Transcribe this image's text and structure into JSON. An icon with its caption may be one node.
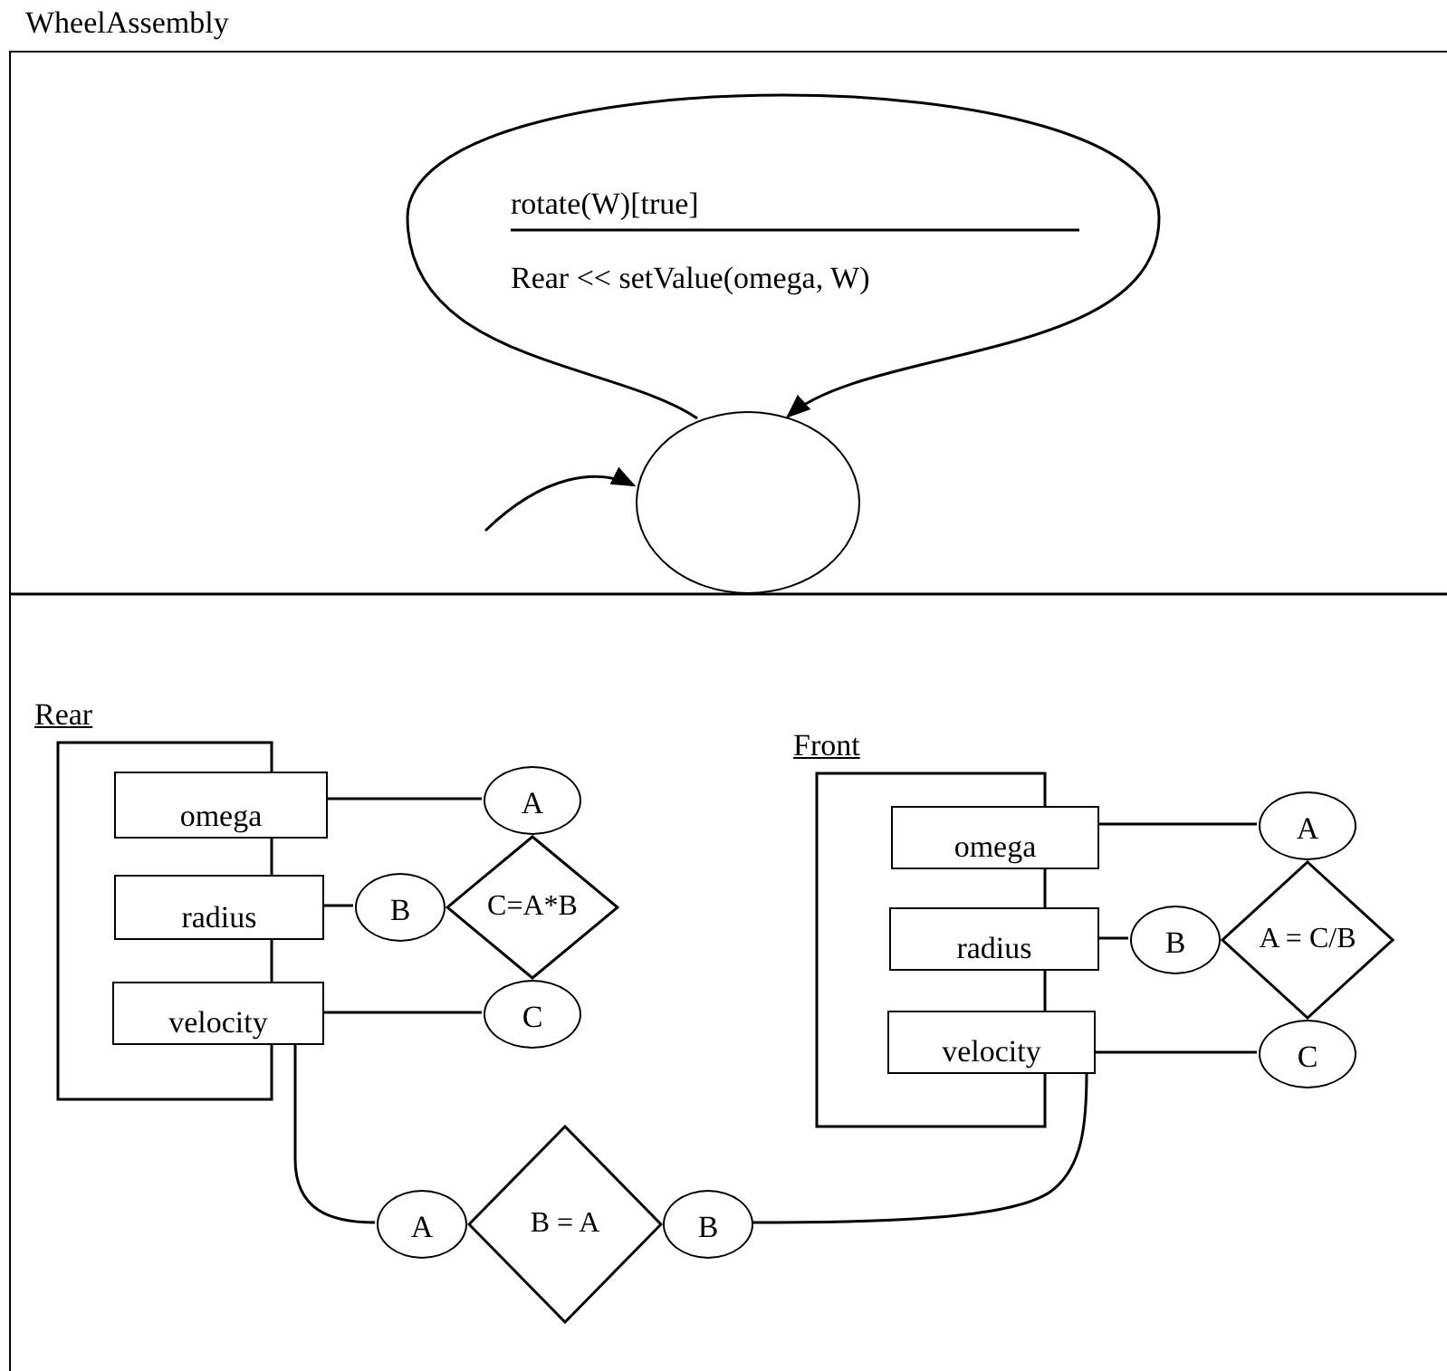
{
  "diagram": {
    "nodes": [
      {
        "text": [
          "WheelAssembly"
        ]
      },
      {
        "text": [],
        "shape": "circle",
        "in": 0
      },
      {
        "text": [
          "Rear"
        ],
        "in": 0
      },
      {
        "text": [
          "omega"
        ],
        "in": 0
      },
      {
        "text": [
          "radius"
        ],
        "in": 0
      },
      {
        "text": [
          "velocity"
        ],
        "in": 0
      },
      {
        "text": [
          "C=A*B"
        ],
        "in": 0
      },
      {
        "text": [
          "A"
        ],
        "in": 0
      },
      {
        "text": [
          "B"
        ],
        "in": 0
      },
      {
        "text": [
          "C"
        ],
        "in": 0
      },
      {
        "text": [
          "Front"
        ],
        "in": 0
      },
      {
        "text": [
          "omega"
        ],
        "in": 0
      },
      {
        "text": [
          "radius"
        ],
        "in": 0
      },
      {
        "text": [
          "velocity"
        ],
        "in": 0
      },
      {
        "text": [
          "A = C/B"
        ],
        "in": 0
      },
      {
        "text": [
          "A"
        ],
        "in": 0
      },
      {
        "text": [
          "B"
        ],
        "in": 0
      },
      {
        "text": [
          "C"
        ],
        "in": 0
      },
      {
        "text": [
          "B = A"
        ],
        "in": 0
      },
      {
        "text": [
          "A"
        ],
        "in": 0
      },
      {
        "text": [
          "B"
        ],
        "in": 0
      }
    ],
    "edges": [
      {
        "from": 1,
        "to": 1,
        "arrow": "to",
        "label": "rotate(W)[true]"
      },
      {
        "from": null,
        "to": 1,
        "arrow": "to"
      },
      {
        "from": 3,
        "to": 7,
        "arrow": "none"
      },
      {
        "from": 4,
        "to": 8,
        "arrow": "none"
      },
      {
        "from": 5,
        "to": 9,
        "arrow": "none"
      },
      {
        "from": 11,
        "to": 15,
        "arrow": "none"
      },
      {
        "from": 12,
        "to": 16,
        "arrow": "none"
      },
      {
        "from": 13,
        "to": 17,
        "arrow": "none"
      },
      {
        "from": 5,
        "to": 19,
        "arrow": "none"
      },
      {
        "from": 20,
        "to": 13,
        "arrow": "none"
      }
    ],
    "labels": [
      "Rear << setValue(omega, W)"
    ]
  }
}
